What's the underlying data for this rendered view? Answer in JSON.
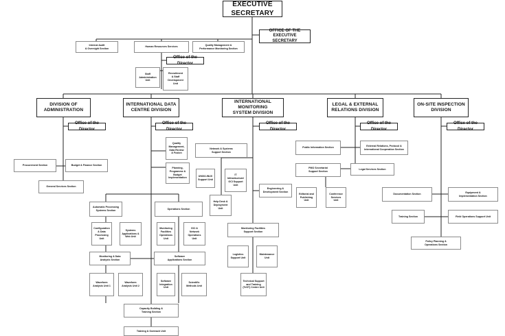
{
  "top": "EXECUTIVE SECRETARY",
  "oes": "OFFICE OF THE\nEXECUTIVE SECRETARY",
  "oes_units": {
    "internal_audit": "Internal Audit\n& Oversight Section",
    "hr": "Human Resources Services",
    "quality": "Quality Management &\nPerformance Monitoring Section"
  },
  "hr_director": "Office of the Director",
  "hr_units": {
    "staff_admin": "Staff\nAdministration\nUnit",
    "recruitment": "Recruitment\n& Staff\nDevelopment\nUnit"
  },
  "divisions": {
    "admin": {
      "title": "DIVISION OF\nADMINISTRATION",
      "director": "Office of the Director",
      "procurement": "Procurement Section",
      "budget": "Budget & Finance Section",
      "general": "General Services Section"
    },
    "idc": {
      "title": "INTERNATIONAL DATA\nCENTRE DIVISION",
      "director": "Office of the Director",
      "qm": "Quality\nManagement,\nData Review\n& Fusion",
      "planning": "Planning,\nProgramme &\nBudget\nImplementation",
      "aps": "Automatic Processing\nSystems Section",
      "ops": "Operations Section",
      "config": "Configuration\n& Data\nProcessing\nUnit",
      "sys_apps": "Systems\nApplications &\nWeb Unit",
      "mon_fac_ops": "Monitoring\nFacilities\nOperations\nUnit",
      "gci_net": "GCI &\nNetwork\nOperations\nUnit",
      "mda": "Monitoring & Data\nAnalysis Section",
      "software": "Software\nApplications Section",
      "wf1": "Waveform\nAnalysis Unit 1",
      "wf2": "Waveform\nAnalysis Unit 2",
      "sw_int": "Software\nIntegration\nUnit",
      "sci": "Scientific\nMethods Unit",
      "capacity": "Capacity Building &\nTraining Section",
      "training": "Training & Outreach Unit"
    },
    "ims": {
      "title": "INTERNATIONAL MONITORING\nSYSTEM DIVISION",
      "director": "Office of the Director",
      "network": "Network & Systems\nSupport Section",
      "unix": "UNIX/LINUX\nSupport Unit",
      "it_infra": "IT\nInfrastructure/\nGCI Support\nUnit",
      "helpdesk": "Help Desk &\nDeployment\nUnit",
      "engineering": "Engineering &\nDevelopment Section",
      "mfs": "Monitoring Facilities\nSupport Section",
      "logistics": "Logistics\nSupport Unit",
      "maintenance": "Maintenance\nUnit",
      "tech": "Technical Support\nand Training\n(TeST) Centre Unit"
    },
    "legal": {
      "title": "LEGAL & EXTERNAL\nRELATIONS DIVISION",
      "director": "Office of the Director",
      "pis": "Public Information Section",
      "ext": "External Relations, Protocol &\nInternational Cooperation Section",
      "legal_services": "Legal Services Section",
      "pmo": "PMO Secretariat\nSupport Section",
      "editorial": "Editorial and\nPublishing\nUnit",
      "conference": "Conference\nServices\nUnit"
    },
    "osi": {
      "title": "ON-SITE INSPECTION\nDIVISION",
      "director": "Office of the Director",
      "documentation": "Documentation Section",
      "equipment": "Equipment &\nImplementation Section",
      "training": "Training Section",
      "field_ops": "Field Operations Support Unit",
      "policy": "Policy Planning &\nOperations Section"
    }
  }
}
